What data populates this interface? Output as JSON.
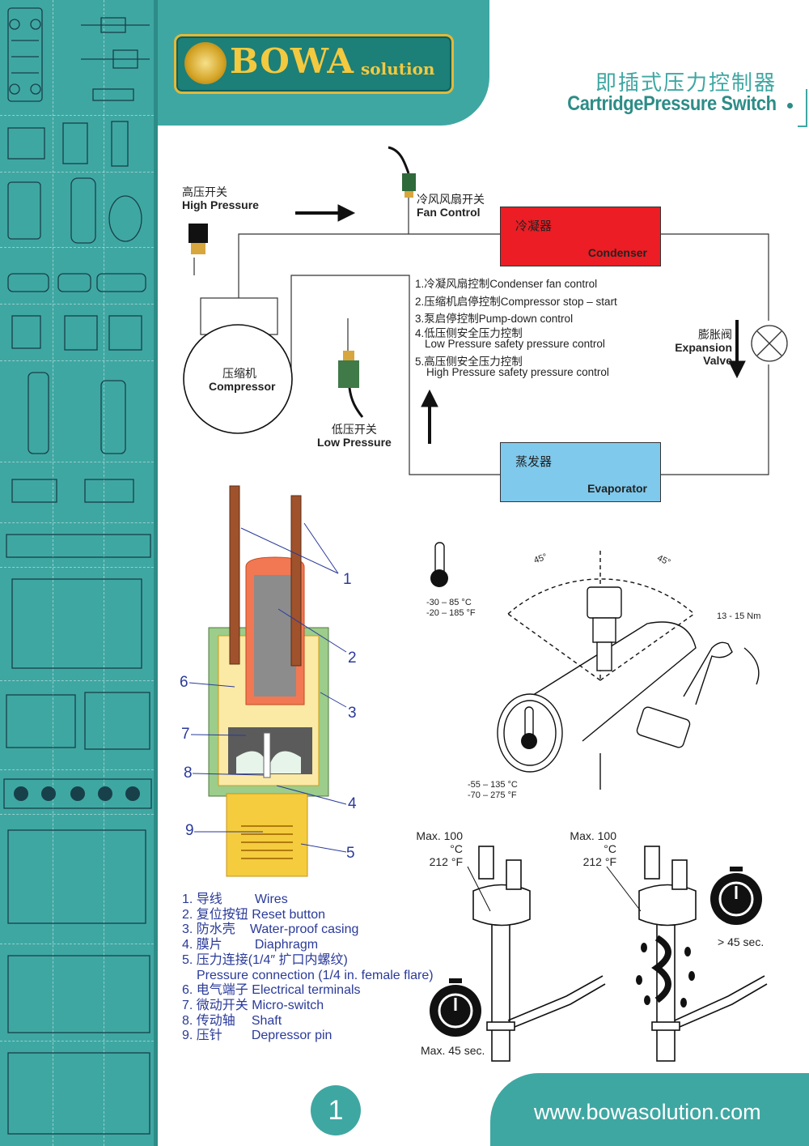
{
  "brand": {
    "name": "BOWA",
    "sub": "solution"
  },
  "title": {
    "cn": "即插式压力控制器",
    "en": "CartridgePressure Switch"
  },
  "diagram": {
    "high_pressure": {
      "cn": "高压开关",
      "en": "High Pressure"
    },
    "fan_control": {
      "cn": "冷风风扇开关",
      "en": "Fan Control"
    },
    "condenser": {
      "cn": "冷凝器",
      "en": "Condenser"
    },
    "compressor": {
      "cn": "压缩机",
      "en": "Compressor"
    },
    "low_pressure": {
      "cn": "低压开关",
      "en": "Low Pressure"
    },
    "expansion_valve": {
      "cn": "膨胀阀",
      "en": "Expansion Valve"
    },
    "evaporator": {
      "cn": "蒸发器",
      "en": "Evaporator"
    },
    "functions": [
      "1.冷凝风扇控制Condenser fan control",
      "2.压缩机启停控制Compressor stop – start",
      "3.泵启停控制Pump-down control",
      "4.低压侧安全压力控制",
      "Low Pressure safety pressure control",
      "5.高压侧安全压力控制",
      "High Pressure safety pressure control"
    ]
  },
  "cutaway": {
    "callouts": [
      "1",
      "2",
      "3",
      "4",
      "5",
      "6",
      "7",
      "8",
      "9"
    ],
    "legend": [
      {
        "num": "1.",
        "cn": "导线",
        "en": "Wires"
      },
      {
        "num": "2.",
        "cn": "复位按钮",
        "en": "Reset button"
      },
      {
        "num": "3.",
        "cn": "防水壳",
        "en": "Water-proof casing"
      },
      {
        "num": "4.",
        "cn": "膜片",
        "en": "Diaphragm"
      },
      {
        "num": "5.",
        "cn": "压力连接(1/4″ 扩口内螺纹)",
        "en": "Pressure connection (1/4 in. female flare)"
      },
      {
        "num": "6.",
        "cn": "电气端子",
        "en": "Electrical terminals"
      },
      {
        "num": "7.",
        "cn": "微动开关",
        "en": "Micro-switch"
      },
      {
        "num": "8.",
        "cn": "传动轴",
        "en": "Shaft"
      },
      {
        "num": "9.",
        "cn": "压针",
        "en": "Depressor pin"
      }
    ]
  },
  "install": {
    "temp_switch": [
      "-30 – 85 °C",
      "-20 – 185 °F"
    ],
    "temp_pipe": [
      "-55 – 135 °C",
      "-70 – 275 °F"
    ],
    "angle": "45°",
    "torque": "13 - 15 Nm"
  },
  "solder": {
    "left_max": [
      "Max. 100 °C",
      "212 °F"
    ],
    "right_max": [
      "Max. 100 °C",
      "212 °F"
    ],
    "left_time": "Max. 45 sec.",
    "right_time": "> 45 sec."
  },
  "footer": {
    "page": "1",
    "url": "www.bowasolution.com"
  },
  "colors": {
    "teal": "#3fa7a2",
    "condenser": "#ec1d24",
    "evaporator": "#7fc9ec",
    "gold": "#f3c93f"
  }
}
